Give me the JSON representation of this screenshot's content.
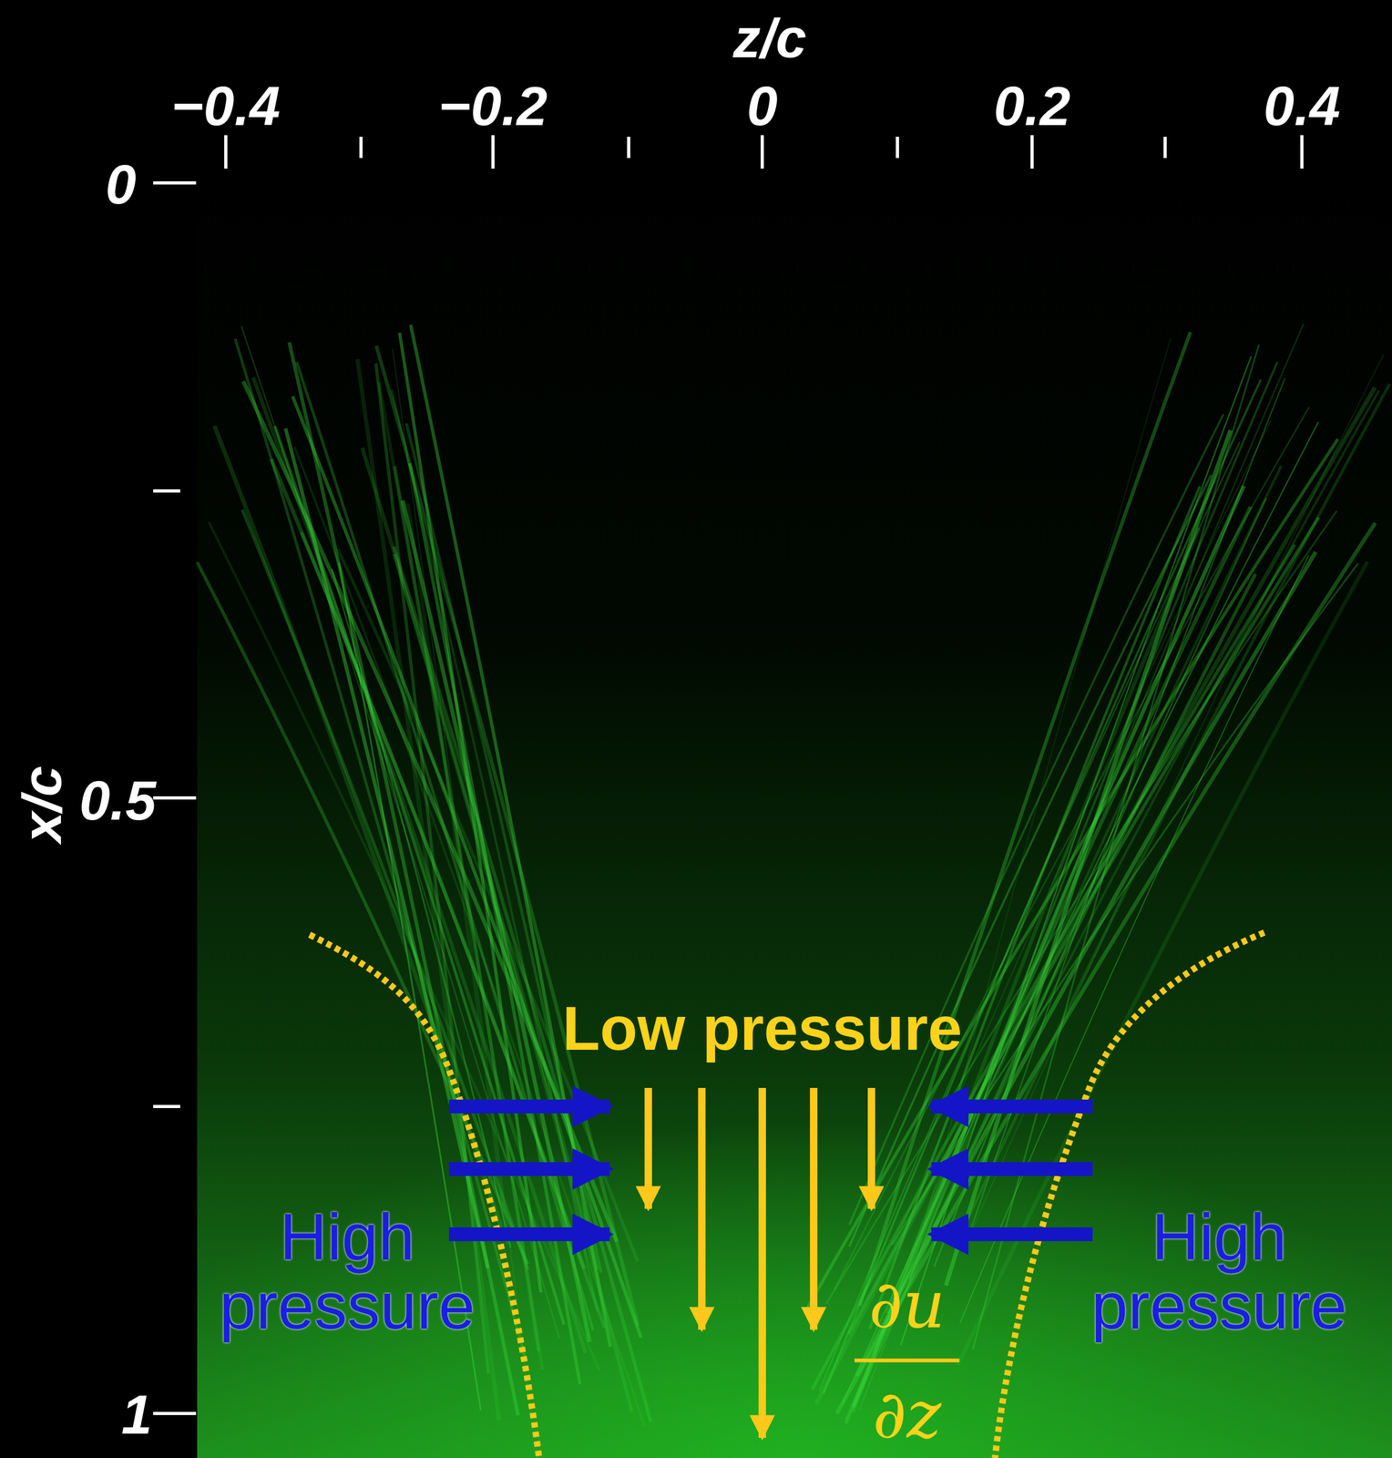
{
  "diagram": {
    "labels": [
      "z/c",
      "−0.4",
      "−0.2",
      "0",
      "0.2",
      "0.4",
      "0",
      "0.5",
      "1",
      "x/c",
      "Low pressure",
      "High pressure",
      "High pressure",
      "∂u",
      "∂z"
    ]
  }
}
